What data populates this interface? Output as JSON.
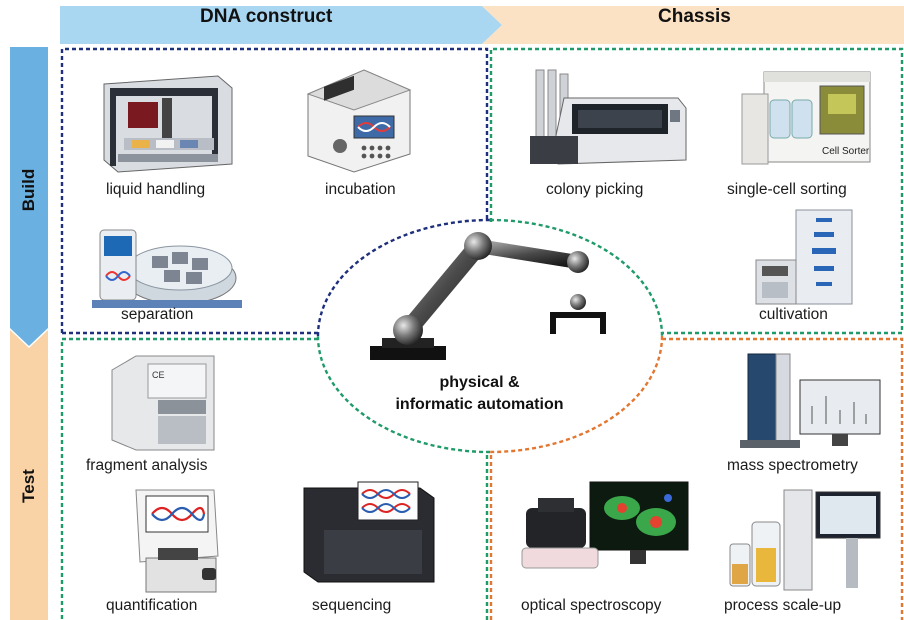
{
  "header": {
    "dna_construct": "DNA construct",
    "chassis": "Chassis"
  },
  "side": {
    "build": "Build",
    "test": "Test"
  },
  "center": {
    "line1": "physical &",
    "line2": "informatic automation"
  },
  "labels": {
    "liquid_handling": "liquid handling",
    "incubation": "incubation",
    "separation": "separation",
    "colony_picking": "colony picking",
    "single_cell_sorting": "single-cell sorting",
    "cultivation": "cultivation",
    "fragment_analysis": "fragment analysis",
    "quantification": "quantification",
    "sequencing": "sequencing",
    "mass_spectrometry": "mass spectrometry",
    "optical_spectroscopy": "optical spectroscopy",
    "process_scale_up": "process scale-up"
  },
  "device_text": {
    "ce": "CE",
    "cell_sorter": "Cell Sorter"
  },
  "colors": {
    "header_blue": "#a9d6f1",
    "header_peach": "#fbe2c4",
    "build_blue": "#6ab0e1",
    "test_peach": "#f9d3a6",
    "navy_dash": "#1e2f7d",
    "green_dash": "#1f9b6a",
    "orange_dash": "#e37630"
  }
}
